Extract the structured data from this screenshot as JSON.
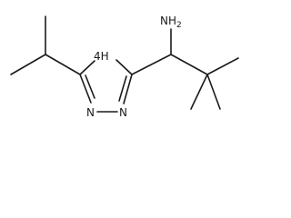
{
  "labels": {
    "amine": {
      "main": "NH",
      "subscript": "2"
    },
    "ring_nh": {
      "prefix": "4",
      "main": "H"
    },
    "ring_n_left": "N",
    "ring_n_right": "N"
  }
}
